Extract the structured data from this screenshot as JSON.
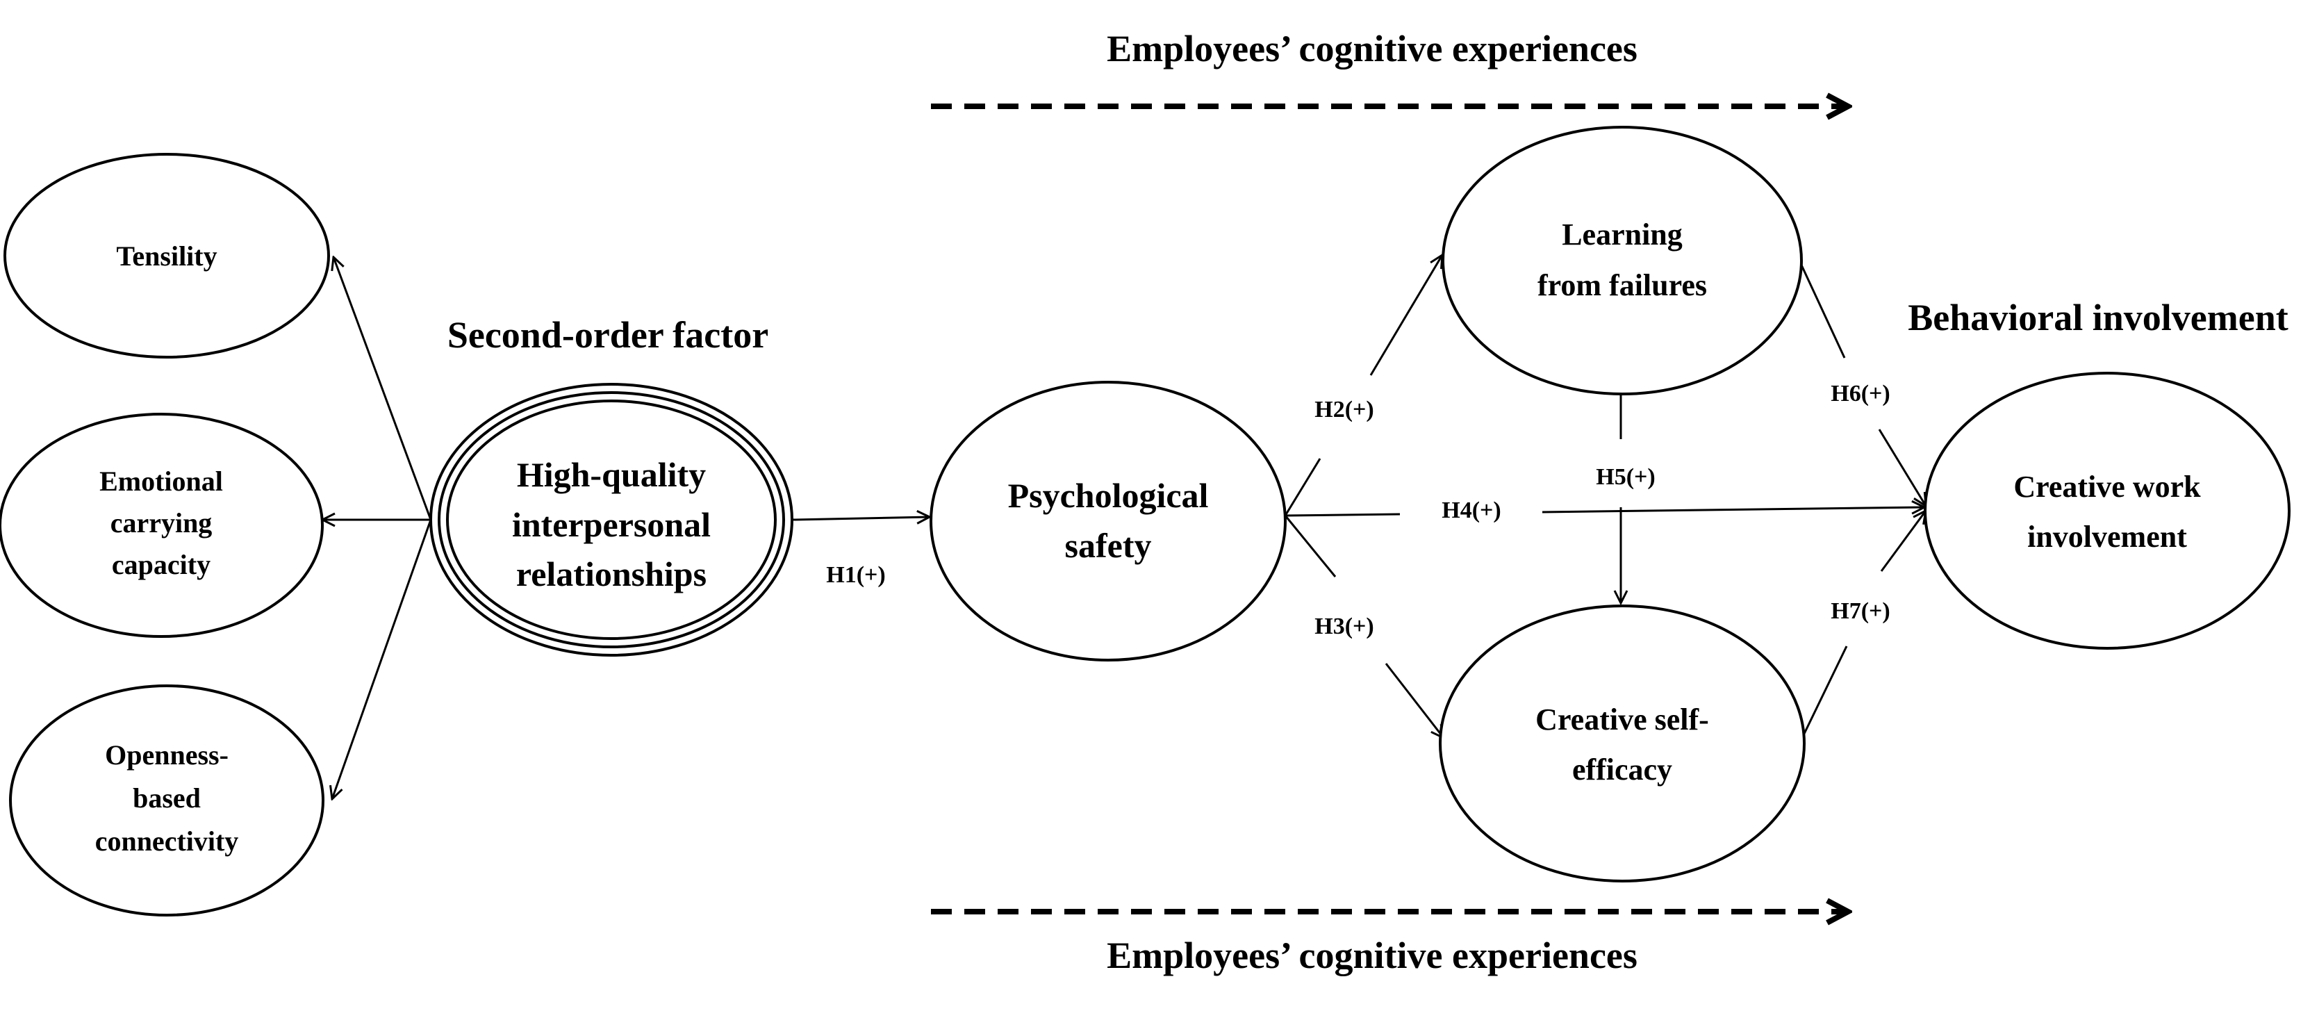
{
  "headings": {
    "cognitive_top": "Employees’ cognitive experiences",
    "cognitive_bottom": "Employees’ cognitive experiences",
    "second_order": "Second-order factor",
    "behavioral": "Behavioral involvement"
  },
  "nodes": {
    "tensility": [
      "Tensility"
    ],
    "emotional": [
      "Emotional",
      "carrying",
      "capacity"
    ],
    "openness": [
      "Openness-",
      "based",
      "connectivity"
    ],
    "hqir": [
      "High-quality",
      "interpersonal",
      "relationships"
    ],
    "psych": [
      "Psychological",
      "safety"
    ],
    "learning": [
      "Learning",
      "from failures"
    ],
    "selfeff": [
      "Creative self-",
      "efficacy"
    ],
    "cwi": [
      "Creative work",
      "involvement"
    ]
  },
  "hypotheses": {
    "h1": "H1(+)",
    "h2": "H2(+)",
    "h3": "H3(+)",
    "h4": "H4(+)",
    "h5": "H5(+)",
    "h6": "H6(+)",
    "h7": "H7(+)"
  }
}
